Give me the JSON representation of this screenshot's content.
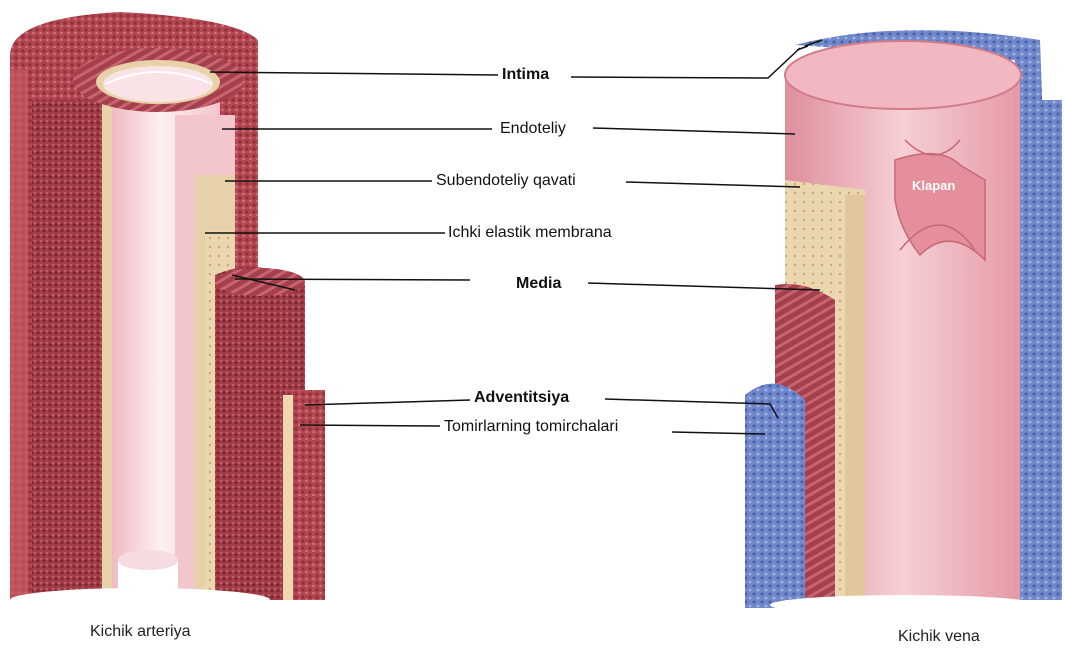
{
  "labels": {
    "intima": "Intima",
    "endoteliy": "Endoteliy",
    "subendoteliy": "Subendoteliy qavati",
    "elastik": "Ichki elastik membrana",
    "media": "Media",
    "adventitsiya": "Adventitsiya",
    "tomirchalari": "Tomirlarning tomirchalari",
    "klapan": "Klapan"
  },
  "captions": {
    "artery": "Kichik arteriya",
    "vein": "Kichik vena"
  },
  "colors": {
    "adventitia_artery": "#b84a57",
    "media_red": "#a8404c",
    "intima_pink": "#f2c4cc",
    "lumen_light": "#fbe9ec",
    "subendothelial_tan": "#e3cfa6",
    "vein_adventitia_blue": "#6f86c9",
    "vein_inner_pink": "#e9a9b3"
  }
}
